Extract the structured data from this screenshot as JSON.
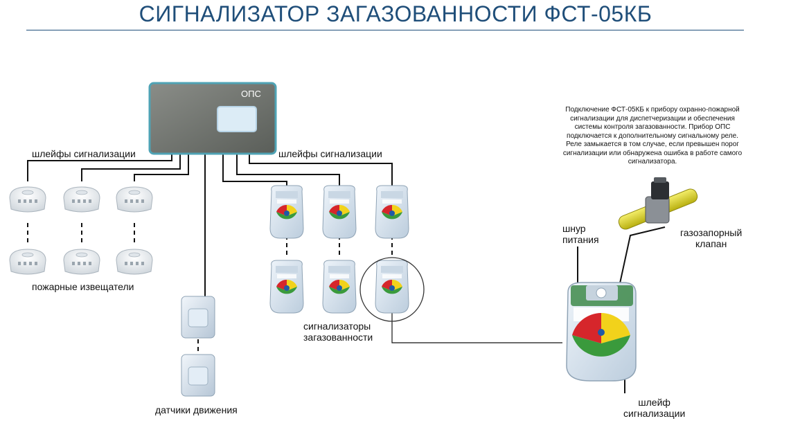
{
  "title": "СИГНАЛИЗАТОР ЗАГАЗОВАННОСТИ ФСТ-05КБ",
  "ops_label": "ОПС",
  "labels": {
    "loops_left": "шлейфы сигнализации",
    "loops_right": "шлейфы сигнализации",
    "fire_detectors": "пожарные извещатели",
    "motion_sensors": "датчики движения",
    "gas_detectors_line1": "сигнализаторы",
    "gas_detectors_line2": "загазованности",
    "power_cord_line1": "шнур",
    "power_cord_line2": "питания",
    "valve_line1": "газозапорный",
    "valve_line2": "клапан",
    "loop_bottom_line1": "шлейф",
    "loop_bottom_line2": "сигнализации"
  },
  "description": {
    "lines": [
      "Подключение ФСТ-05КБ к прибору охранно-пожарной",
      "сигнализации для диспетчеризации и обеспечения",
      "системы контроля загазованности. Прибор ОПС",
      "подключается к дополнительному сигнальному реле.",
      "Реле замыкается в том случае, если превышен порог",
      "сигнализации или обнаружена ошибка в работе самого",
      "сигнализатора."
    ]
  },
  "colors": {
    "title": "#1f4e79",
    "ops_body": "#6b6f6a",
    "ops_border": "#4fa3b5",
    "device_body": "#dce8f2",
    "sector_red": "#d6262b",
    "sector_green": "#3a9a3c",
    "sector_yellow": "#f2d21b",
    "pipe": "#e8e026"
  }
}
